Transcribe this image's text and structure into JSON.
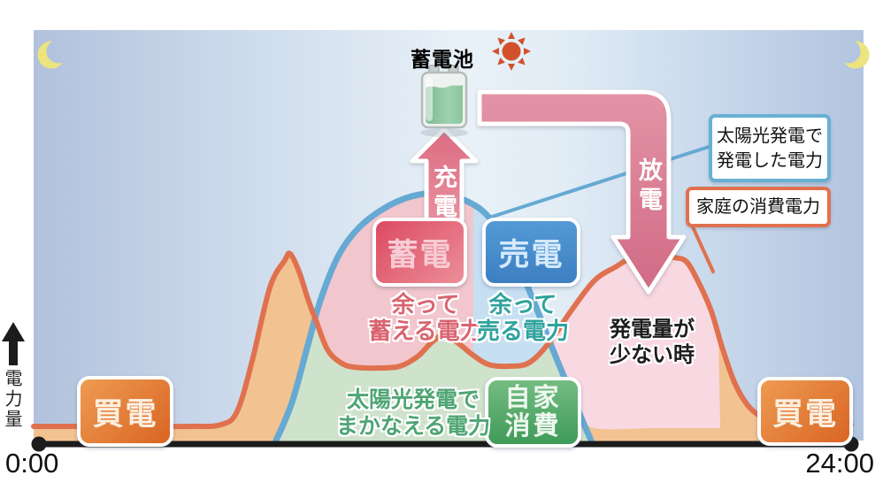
{
  "labels": {
    "battery": "蓄電池",
    "charge": "充電",
    "discharge": "放電"
  },
  "boxes": {
    "store": {
      "label": "蓄電"
    },
    "sell": {
      "label": "売電"
    },
    "self_consume": {
      "lines": [
        "自家",
        "消費"
      ]
    },
    "buy_left": {
      "label": "買電"
    },
    "buy_right": {
      "label": "買電"
    }
  },
  "annotations": {
    "store_surplus": {
      "lines": [
        "余って",
        "蓄える電力"
      ]
    },
    "sell_surplus": {
      "lines": [
        "余って",
        "売る電力"
      ]
    },
    "solar_covered": {
      "lines": [
        "太陽光発電で",
        "まかなえる電力"
      ]
    },
    "low_generation": {
      "lines": [
        "発電量が",
        "少ない時"
      ]
    }
  },
  "legend": [
    {
      "lines": [
        "太陽光発電で",
        "発電した電力"
      ],
      "border": "#68b1d4"
    },
    {
      "lines": [
        "家庭の消費電力"
      ],
      "border": "#e0714f"
    }
  ],
  "colors": {
    "sky_left": "#b1c1dc",
    "sky_center": "#e9f1f8",
    "sky_right": "#b2c4df",
    "solar_line": "#66a9d3",
    "consumption_line": "#e0714f",
    "purchase_fill": "#f3c291",
    "self_fill": "#cfe2cc",
    "store_fill": "#f2c6cd",
    "sell_fill": "#c6dff2",
    "evening_fill": "#f8d9e2",
    "charge_arrow": "#dc6c82",
    "discharge_arrow": "#d16a84",
    "axis": "#1c1c1c",
    "moon": "#ece47e",
    "sun": "#d2512c"
  },
  "chart_data": {
    "type": "area",
    "title": "",
    "x_axis": {
      "start": "0:00",
      "end": "24:00"
    },
    "y_axis_label": "電力量",
    "grid": false,
    "series": [
      {
        "name": "solar_generation",
        "label": "太陽光発電で発電した電力",
        "color": "#66a9d3",
        "points": [
          [
            312,
            498
          ],
          [
            330,
            455
          ],
          [
            348,
            390
          ],
          [
            362,
            340
          ],
          [
            382,
            290
          ],
          [
            405,
            258
          ],
          [
            435,
            235
          ],
          [
            465,
            222
          ],
          [
            497,
            218
          ],
          [
            520,
            224
          ],
          [
            545,
            238
          ],
          [
            565,
            262
          ],
          [
            585,
            298
          ],
          [
            605,
            345
          ],
          [
            622,
            388
          ],
          [
            640,
            432
          ],
          [
            656,
            470
          ],
          [
            668,
            498
          ]
        ]
      },
      {
        "name": "household_consumption",
        "label": "家庭の消費電力",
        "color": "#e0714f",
        "points": [
          [
            38,
            482
          ],
          [
            130,
            482
          ],
          [
            215,
            482
          ],
          [
            250,
            480
          ],
          [
            268,
            465
          ],
          [
            285,
            408
          ],
          [
            305,
            325
          ],
          [
            322,
            294
          ],
          [
            328,
            287
          ],
          [
            338,
            307
          ],
          [
            348,
            338
          ],
          [
            357,
            362
          ],
          [
            370,
            395
          ],
          [
            385,
            410
          ],
          [
            400,
            415
          ],
          [
            428,
            416
          ],
          [
            452,
            414
          ],
          [
            472,
            403
          ],
          [
            488,
            387
          ],
          [
            502,
            379
          ],
          [
            518,
            388
          ],
          [
            534,
            401
          ],
          [
            552,
            412
          ],
          [
            575,
            414
          ],
          [
            598,
            410
          ],
          [
            621,
            387
          ],
          [
            645,
            352
          ],
          [
            672,
            317
          ],
          [
            697,
            301
          ],
          [
            714,
            291
          ],
          [
            730,
            288
          ],
          [
            746,
            288
          ],
          [
            762,
            291
          ],
          [
            776,
            296
          ],
          [
            790,
            320
          ],
          [
            804,
            352
          ],
          [
            816,
            392
          ],
          [
            830,
            432
          ],
          [
            845,
            458
          ],
          [
            862,
            472
          ],
          [
            880,
            477
          ],
          [
            900,
            479
          ],
          [
            930,
            480
          ],
          [
            962,
            480
          ]
        ]
      }
    ],
    "regions": [
      {
        "name": "grid_purchase_area",
        "color": "#f3c291",
        "top": [
          [
            38,
            482
          ],
          [
            130,
            482
          ],
          [
            215,
            482
          ],
          [
            250,
            480
          ],
          [
            268,
            465
          ],
          [
            285,
            408
          ],
          [
            305,
            325
          ],
          [
            322,
            294
          ],
          [
            328,
            287
          ],
          [
            338,
            307
          ],
          [
            348,
            338
          ],
          [
            357,
            362
          ],
          [
            370,
            395
          ],
          [
            385,
            410
          ],
          [
            400,
            415
          ],
          [
            428,
            416
          ],
          [
            452,
            414
          ],
          [
            472,
            403
          ],
          [
            488,
            387
          ],
          [
            502,
            379
          ],
          [
            518,
            388
          ],
          [
            534,
            401
          ],
          [
            552,
            412
          ],
          [
            575,
            414
          ],
          [
            598,
            410
          ],
          [
            621,
            387
          ],
          [
            645,
            352
          ],
          [
            672,
            317
          ],
          [
            697,
            301
          ],
          [
            714,
            291
          ],
          [
            730,
            288
          ],
          [
            746,
            288
          ],
          [
            762,
            291
          ],
          [
            776,
            296
          ],
          [
            790,
            320
          ],
          [
            804,
            352
          ],
          [
            816,
            392
          ],
          [
            830,
            432
          ],
          [
            845,
            458
          ],
          [
            862,
            472
          ],
          [
            880,
            477
          ],
          [
            900,
            479
          ],
          [
            930,
            480
          ],
          [
            962,
            480
          ]
        ],
        "bottom": [
          [
            962,
            500
          ],
          [
            500,
            500
          ],
          [
            38,
            500
          ]
        ]
      },
      {
        "name": "solar_self_covered_area",
        "color": "#cfe2cc",
        "top": [
          [
            313,
            497
          ],
          [
            330,
            455
          ],
          [
            345,
            398
          ],
          [
            357,
            362
          ],
          [
            370,
            395
          ],
          [
            385,
            410
          ],
          [
            400,
            415
          ],
          [
            428,
            416
          ],
          [
            452,
            414
          ],
          [
            472,
            403
          ],
          [
            488,
            387
          ],
          [
            502,
            379
          ],
          [
            518,
            388
          ],
          [
            534,
            401
          ],
          [
            552,
            412
          ],
          [
            575,
            414
          ],
          [
            598,
            410
          ],
          [
            621,
            387
          ],
          [
            638,
            430
          ],
          [
            655,
            468
          ],
          [
            668,
            495
          ],
          [
            672,
            497
          ]
        ],
        "bottom": [
          [
            672,
            499
          ],
          [
            490,
            499
          ],
          [
            313,
            499
          ]
        ]
      },
      {
        "name": "stored_surplus_area",
        "color": "#f2c6cd",
        "top": [
          [
            357,
            362
          ],
          [
            382,
            290
          ],
          [
            405,
            258
          ],
          [
            435,
            235
          ],
          [
            465,
            222
          ],
          [
            497,
            218
          ],
          [
            517,
            223
          ],
          [
            535,
            231
          ]
        ],
        "bottom": [
          [
            535,
            402
          ],
          [
            518,
            388
          ],
          [
            502,
            379
          ],
          [
            488,
            387
          ],
          [
            472,
            403
          ],
          [
            452,
            414
          ],
          [
            425,
            416
          ],
          [
            395,
            414
          ],
          [
            375,
            401
          ],
          [
            357,
            362
          ]
        ]
      },
      {
        "name": "sold_surplus_area",
        "color": "#c6dff2",
        "top": [
          [
            535,
            231
          ],
          [
            550,
            241
          ],
          [
            565,
            262
          ],
          [
            585,
            298
          ],
          [
            605,
            345
          ],
          [
            621,
            387
          ]
        ],
        "bottom": [
          [
            621,
            387
          ],
          [
            598,
            410
          ],
          [
            575,
            414
          ],
          [
            552,
            412
          ],
          [
            536,
            403
          ],
          [
            535,
            402
          ]
        ]
      },
      {
        "name": "evening_low_generation_area",
        "color": "#f8d9e2",
        "top": [
          [
            621,
            387
          ],
          [
            645,
            352
          ],
          [
            672,
            317
          ],
          [
            697,
            301
          ],
          [
            714,
            291
          ],
          [
            730,
            288
          ],
          [
            746,
            288
          ],
          [
            762,
            291
          ],
          [
            776,
            296
          ],
          [
            790,
            320
          ],
          [
            804,
            352
          ],
          [
            812,
            380
          ]
        ],
        "bottom": [
          [
            814,
            484
          ],
          [
            740,
            484
          ],
          [
            672,
            484
          ],
          [
            655,
            466
          ],
          [
            638,
            428
          ],
          [
            621,
            387
          ]
        ]
      }
    ],
    "leaders": [
      {
        "name": "solar_leader_line",
        "color": "#66a9d3",
        "from": [
          556,
          245
        ],
        "to": [
          801,
          166
        ]
      },
      {
        "name": "consumption_leader_line",
        "color": "#e0714f",
        "from": [
          780,
          250
        ],
        "to": [
          806,
          307
        ]
      }
    ]
  }
}
